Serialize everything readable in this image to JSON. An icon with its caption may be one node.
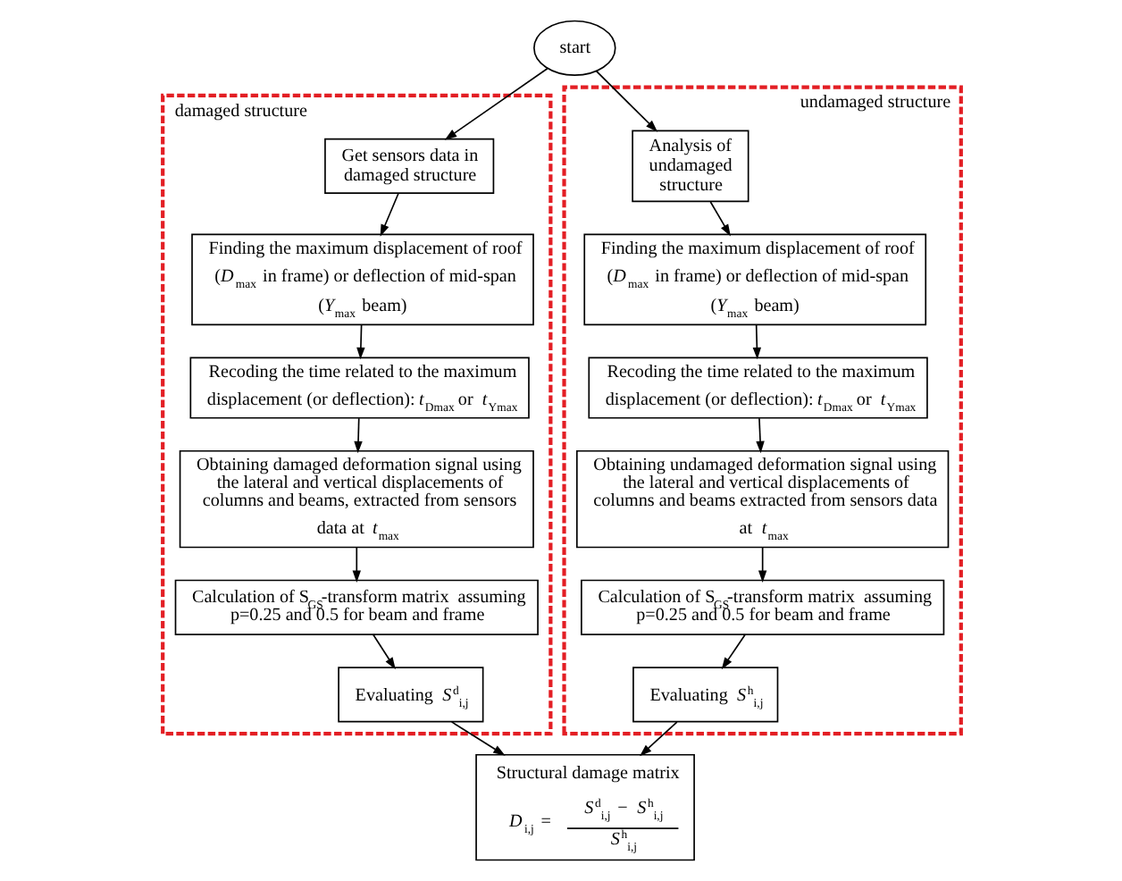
{
  "diagram": {
    "nodes": [
      {
        "text": [
          "start"
        ]
      },
      {
        "text": [
          "damaged structure"
        ]
      },
      {
        "text": [
          "Get sensors data in damaged structure"
        ],
        "in": 1
      },
      {
        "text": [
          "Finding the maximum displacement of roof (*D*$_{max}$ in frame) or deflection of mid-span (*Y*$_{max}$ beam)"
        ],
        "in": 1
      },
      {
        "text": [
          "Recoding the time related to the maximum displacement (or deflection): *t*$_{Dmax}$ or *t*$_{Ymax}$"
        ],
        "in": 1
      },
      {
        "text": [
          "Obtaining damaged deformation signal using the lateral and vertical displacements of columns and beams, extracted from sensors data at *t*$_{max}$"
        ],
        "in": 1
      },
      {
        "text": [
          "Calculation of S$_{GS}$-transform matrix  assuming p=0.25 and 0.5 for beam and frame"
        ],
        "in": 1
      },
      {
        "text": [
          "Evaluating *S*$^{d}$$_{i,j}$"
        ],
        "in": 1
      },
      {
        "text": [
          "undamaged structure"
        ]
      },
      {
        "text": [
          "Analysis of undamaged structure"
        ],
        "in": 8
      },
      {
        "text": [
          "Finding the maximum displacement of roof (*D*$_{max}$ in frame) or deflection of mid-span (*Y*$_{max}$ beam)"
        ],
        "in": 8
      },
      {
        "text": [
          "Recoding the time related to the maximum displacement (or deflection): *t*$_{Dmax}$ or *t*$_{Ymax}$"
        ],
        "in": 8
      },
      {
        "text": [
          "Obtaining undamaged deformation signal using the lateral and vertical displacements of columns and beams extracted from sensors data at *t*$_{max}$"
        ],
        "in": 8
      },
      {
        "text": [
          "Calculation of S$_{GS}$-transform matrix  assuming p=0.25 and 0.5 for beam and frame"
        ],
        "in": 8
      },
      {
        "text": [
          "Evaluating *S*$^{h}$$_{i,j}$"
        ],
        "in": 8
      },
      {
        "text": [
          "Structural damage matrix",
          "*D*$_{i,j}$ =",
          "*S*$^{d}$$_{i,j}$ − *S*$^{h}$$_{i,j}$",
          "*S*$^{h}$$_{i,j}$"
        ]
      }
    ],
    "edges": [
      {
        "from": 0,
        "to": 2,
        "arrow": "to"
      },
      {
        "from": 2,
        "to": 3,
        "arrow": "to"
      },
      {
        "from": 3,
        "to": 4,
        "arrow": "to"
      },
      {
        "from": 4,
        "to": 5,
        "arrow": "to"
      },
      {
        "from": 5,
        "to": 6,
        "arrow": "to"
      },
      {
        "from": 6,
        "to": 7,
        "arrow": "to"
      },
      {
        "from": 0,
        "to": 9,
        "arrow": "to"
      },
      {
        "from": 9,
        "to": 10,
        "arrow": "to"
      },
      {
        "from": 10,
        "to": 11,
        "arrow": "to"
      },
      {
        "from": 11,
        "to": 12,
        "arrow": "to"
      },
      {
        "from": 12,
        "to": 13,
        "arrow": "to"
      },
      {
        "from": 13,
        "to": 14,
        "arrow": "to"
      },
      {
        "from": 7,
        "to": 15,
        "arrow": "to"
      },
      {
        "from": 14,
        "to": 15,
        "arrow": "to"
      }
    ]
  }
}
